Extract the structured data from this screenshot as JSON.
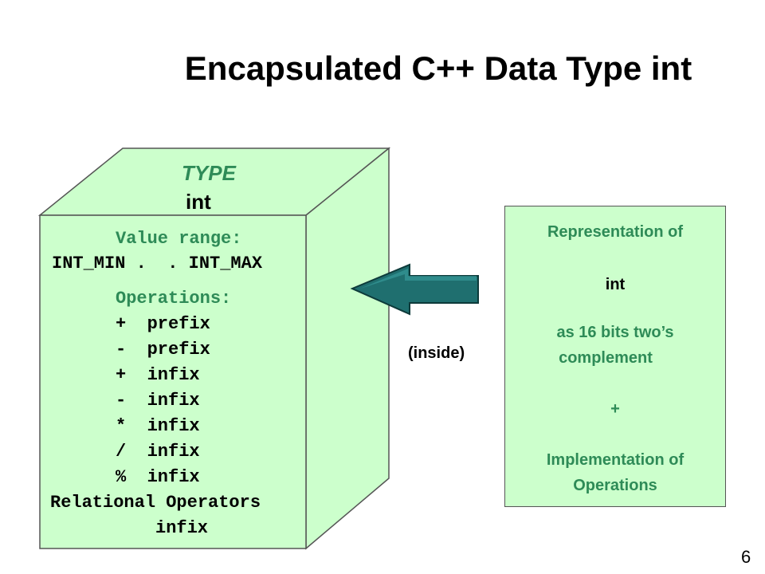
{
  "slide": {
    "title": "Encapsulated C++ Data Type int",
    "page_number": "6"
  },
  "cube": {
    "top_label": "TYPE",
    "type_name": "int",
    "value_range_heading": "Value range:",
    "value_range": "INT_MIN .  . INT_MAX",
    "operations_heading": "Operations:",
    "operations": [
      "+  prefix",
      "-  prefix",
      "+  infix",
      "-  infix",
      "*  infix",
      "/  infix",
      "%  infix",
      "Relational Operators",
      "infix"
    ]
  },
  "arrow": {
    "label": "(inside)"
  },
  "representation_box": {
    "line1": "Representation of",
    "line2": "int",
    "line3": "as 16 bits two’s",
    "line4": "complement",
    "line5": "+",
    "line6": "Implementation of",
    "line7": "Operations"
  },
  "colors": {
    "box_fill": "#ccffcc",
    "label_green": "#2e8b57",
    "arrow_fill": "#1f6f6f"
  }
}
